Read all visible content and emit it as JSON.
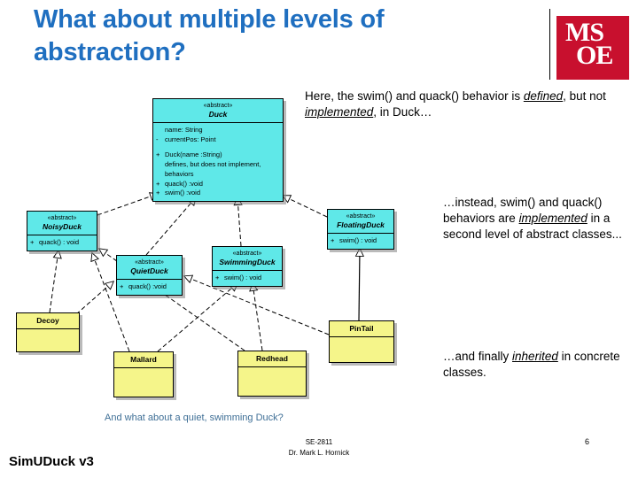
{
  "slide": {
    "title": "What about multiple levels of abstraction?",
    "title_color": "#1F6FC0"
  },
  "logo": {
    "top_letters": "MS",
    "bottom_letters": "OE",
    "color": "#C8102E"
  },
  "notes": {
    "note1_part1": "Here, the swim() and quack() behavior is ",
    "note1_em1": "defined",
    "note1_part2": ", but not ",
    "note1_em2": "implemented",
    "note1_part3": ", in Duck…",
    "note2_part1": "…instead, swim() and quack() behaviors are ",
    "note2_em1": "implemented",
    "note2_part2": " in a second level of abstract classes...",
    "note3_part1": "…and finally ",
    "note3_em1": "inherited",
    "note3_part2": " in concrete classes."
  },
  "diagram": {
    "type": "uml-class-diagram",
    "abstract_fill": "#5FE8E8",
    "concrete_fill": "#F5F58A",
    "classes": [
      {
        "id": "duck",
        "stereotype": "«abstract»",
        "name": "Duck",
        "attributes": [
          {
            "vis": "",
            "text": "name: String"
          },
          {
            "vis": "-",
            "text": "currentPos: Point"
          }
        ],
        "operations": [
          {
            "vis": "+",
            "text": "Duck(name :String)"
          }
        ],
        "annotation": [
          "defines, but does not implement,",
          "behaviors"
        ],
        "operations2": [
          {
            "vis": "+",
            "text": "quack() :void"
          },
          {
            "vis": "+",
            "text": "swim() :void"
          }
        ]
      },
      {
        "id": "noisyduck",
        "stereotype": "«abstract»",
        "name": "NoisyDuck",
        "operations": [
          {
            "vis": "+",
            "text": "quack() : void"
          }
        ]
      },
      {
        "id": "quietduck",
        "stereotype": "«abstract»",
        "name": "QuietDuck",
        "operations": [
          {
            "vis": "+",
            "text": "quack() :void"
          }
        ]
      },
      {
        "id": "floatingduck",
        "stereotype": "«abstract»",
        "name": "FloatingDuck",
        "operations": [
          {
            "vis": "+",
            "text": "swim() : void"
          }
        ]
      },
      {
        "id": "swimmingduck",
        "stereotype": "«abstract»",
        "name": "SwimmingDuck",
        "operations": [
          {
            "vis": "+",
            "text": "swim() : void"
          }
        ]
      },
      {
        "id": "decoy",
        "name": "Decoy"
      },
      {
        "id": "mallard",
        "name": "Mallard"
      },
      {
        "id": "redhead",
        "name": "Redhead"
      },
      {
        "id": "pintail",
        "name": "PinTail"
      }
    ],
    "generalizations": [
      {
        "from": "NoisyDuck",
        "to": "Duck"
      },
      {
        "from": "QuietDuck",
        "to": "Duck"
      },
      {
        "from": "FloatingDuck",
        "to": "Duck"
      },
      {
        "from": "SwimmingDuck",
        "to": "Duck"
      },
      {
        "from": "Decoy",
        "to": "QuietDuck"
      },
      {
        "from": "Decoy",
        "to": "NoisyDuck"
      },
      {
        "from": "Mallard",
        "to": "NoisyDuck"
      },
      {
        "from": "Mallard",
        "to": "SwimmingDuck"
      },
      {
        "from": "Redhead",
        "to": "NoisyDuck"
      },
      {
        "from": "Redhead",
        "to": "SwimmingDuck"
      },
      {
        "from": "PinTail",
        "to": "FloatingDuck"
      },
      {
        "from": "PinTail",
        "to": "QuietDuck"
      }
    ]
  },
  "footer": {
    "subcaption": "And what about a quiet, swimming Duck?",
    "course": "SE-2811",
    "instructor": "Dr. Mark L. Hornick",
    "page_number": "6",
    "deck_label": "SimUDuck v3"
  }
}
